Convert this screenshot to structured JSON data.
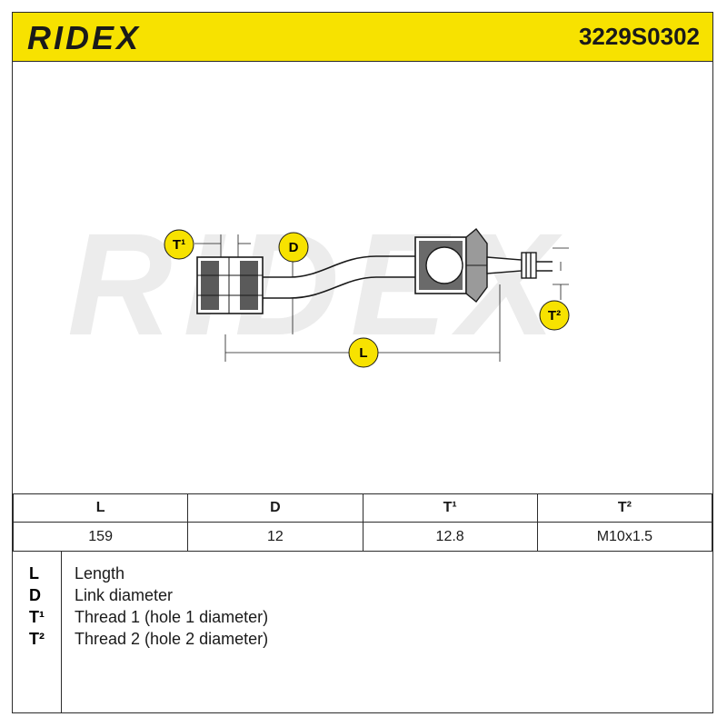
{
  "header": {
    "brand": "RIDEX",
    "part_number": "3229S0302",
    "accent_color": "#f7e200"
  },
  "drawing": {
    "watermark": "RIDEX",
    "callouts": {
      "t1": "T¹",
      "d": "D",
      "l": "L",
      "t2": "T²"
    }
  },
  "spec_table": {
    "headers": [
      "L",
      "D",
      "T¹",
      "T²"
    ],
    "values": [
      "159",
      "12",
      "12.8",
      "M10x1.5"
    ]
  },
  "legend": [
    {
      "code": "L",
      "label": "Length"
    },
    {
      "code": "D",
      "label": "Link diameter"
    },
    {
      "code": "T¹",
      "label": "Thread 1 (hole 1 diameter)"
    },
    {
      "code": "T²",
      "label": "Thread 2 (hole 2 diameter)"
    }
  ]
}
